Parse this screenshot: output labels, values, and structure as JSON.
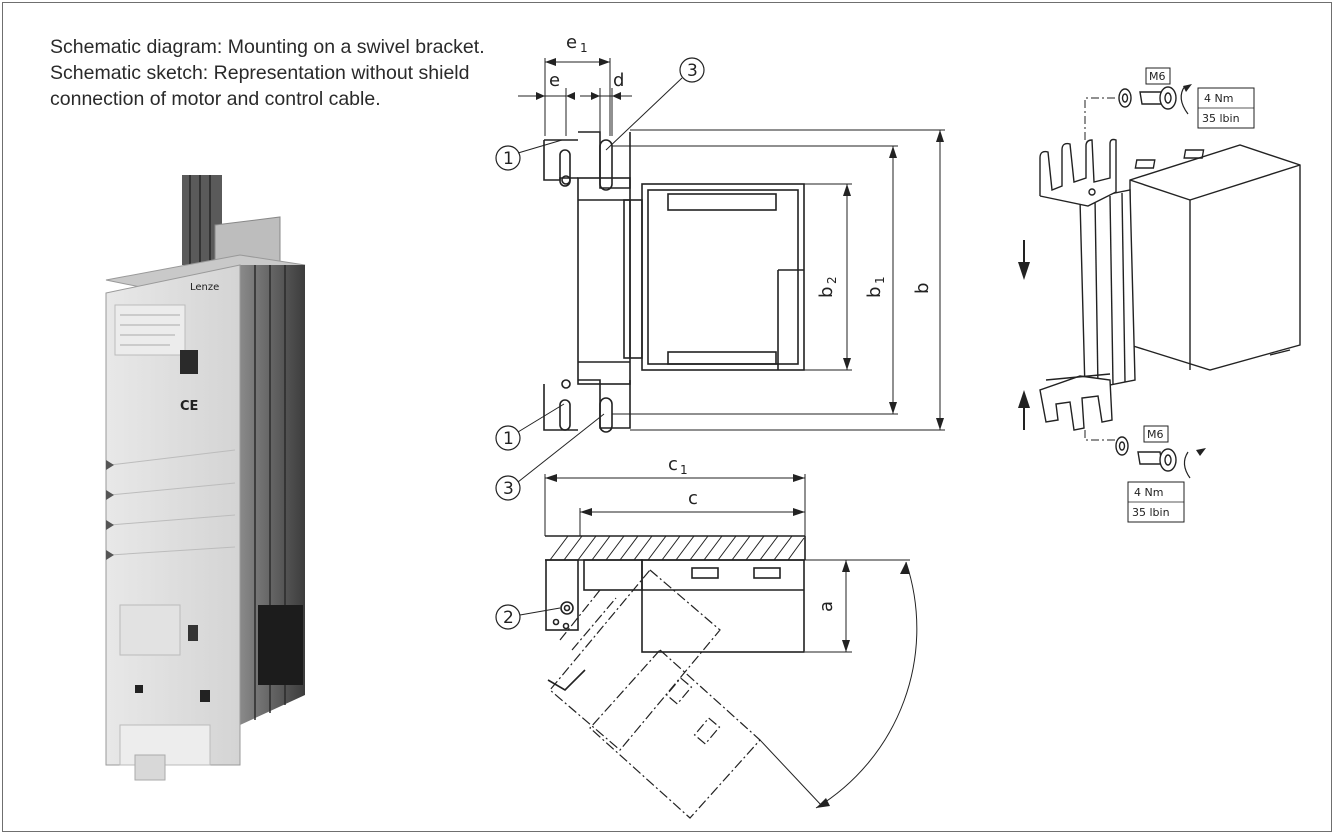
{
  "caption": "Schematic diagram: Mounting on a swivel bracket. Schematic sketch: Representation without shield connection of motor and control cable.",
  "dimensions": {
    "e1": {
      "main": "e",
      "sub": "1"
    },
    "e": "e",
    "d": "d",
    "b2": {
      "main": "b",
      "sub": "2"
    },
    "b1": {
      "main": "b",
      "sub": "1"
    },
    "b": "b",
    "c1": {
      "main": "c",
      "sub": "1"
    },
    "c": "c",
    "a": "a"
  },
  "callouts": {
    "top_left": "1",
    "top_right": "3",
    "bottom_left": "1",
    "bottom_right": "3",
    "pivot": "2"
  },
  "fasteners": {
    "top": {
      "bolt": "M6",
      "torque_nm": "4  Nm",
      "torque_lbin": "35  lbin"
    },
    "bottom": {
      "bolt": "M6",
      "torque_nm": "4  Nm",
      "torque_lbin": "35  lbin"
    }
  },
  "photo_labels": {
    "brand": "Lenze",
    "ce": "CE"
  }
}
